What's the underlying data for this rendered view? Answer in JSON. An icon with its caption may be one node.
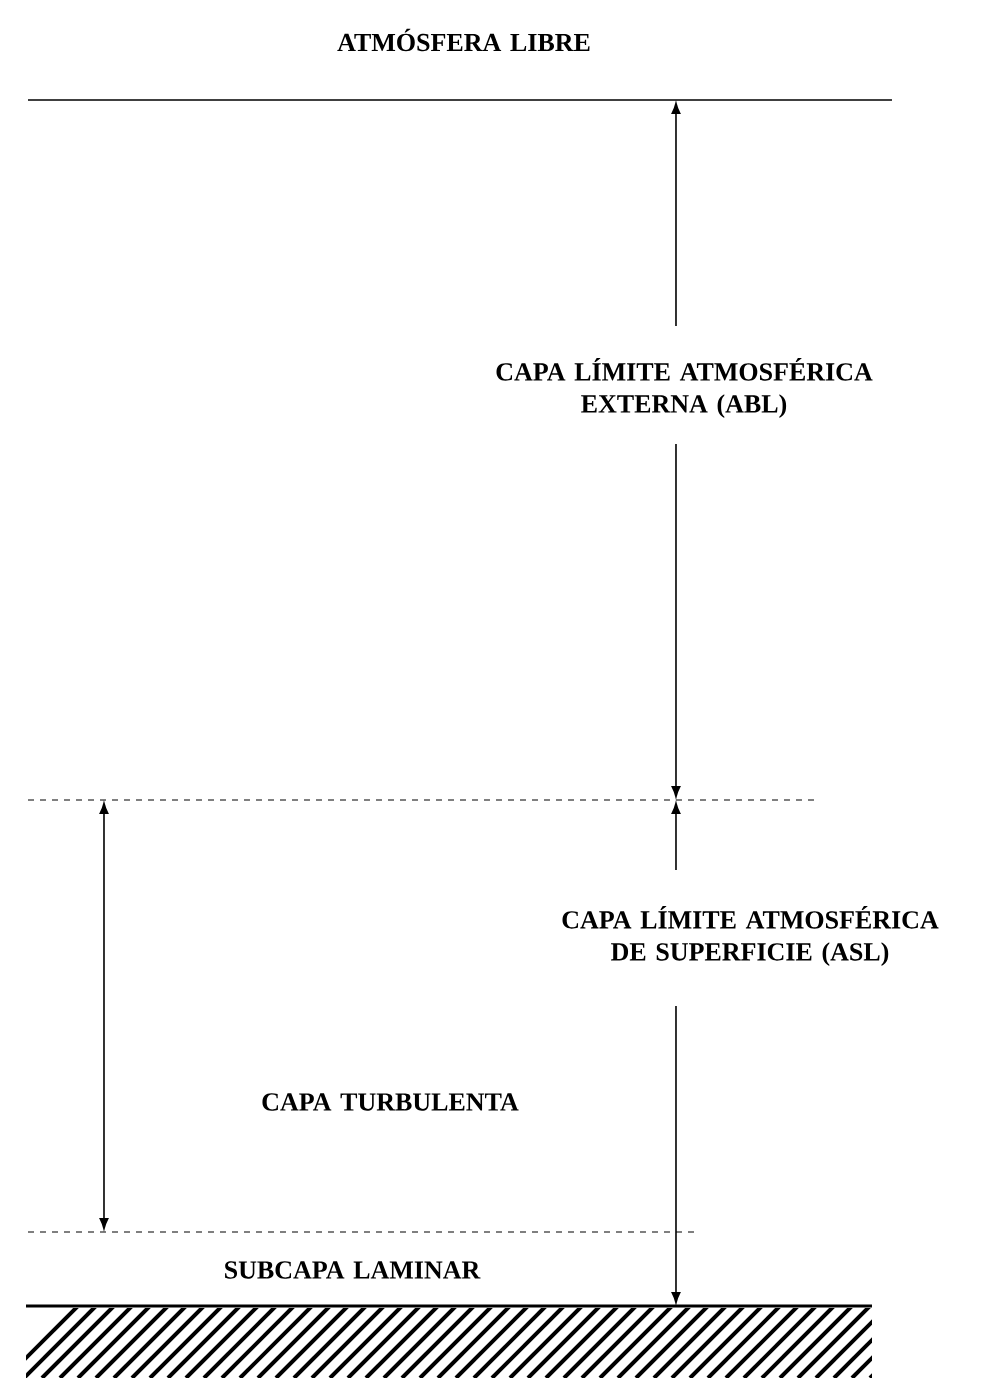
{
  "diagram": {
    "labels": [
      "ATMÓSFERA LIBRE",
      "CAPA LÍMITE ATMOSFÉRICA EXTERNA (ABL)",
      "CAPA LÍMITE ATMOSFÉRICA DE SUPERFICIE (ASL)",
      "CAPA TURBULENTA",
      "SUBCAPA LAMINAR"
    ]
  }
}
